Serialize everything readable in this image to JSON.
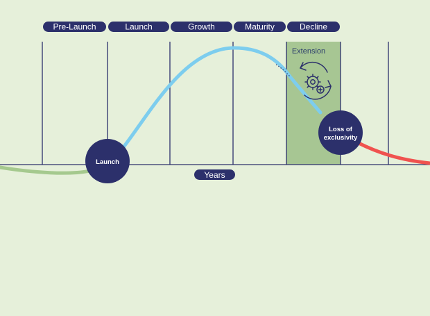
{
  "stages": [
    {
      "id": "pre-launch",
      "label": "Pre-Launch"
    },
    {
      "id": "launch",
      "label": "Launch"
    },
    {
      "id": "growth",
      "label": "Growth"
    },
    {
      "id": "maturity",
      "label": "Maturity"
    },
    {
      "id": "decline",
      "label": "Decline"
    }
  ],
  "x_axis_label": "Years",
  "extension_label": "Extension",
  "markers": {
    "launch": "Launch",
    "loss_of_exclusivity_line1": "Loss of",
    "loss_of_exclusivity_line2": "exclusivity"
  },
  "icons": {
    "extension": "gear-cycle-icon"
  },
  "colors": {
    "background": "#e6f0da",
    "navy": "#2c306b",
    "extension_band": "#a7c693",
    "pre_launch_curve": "#a5c98e",
    "growth_curve": "#7dcdee",
    "decline_curve": "#f0524f"
  }
}
